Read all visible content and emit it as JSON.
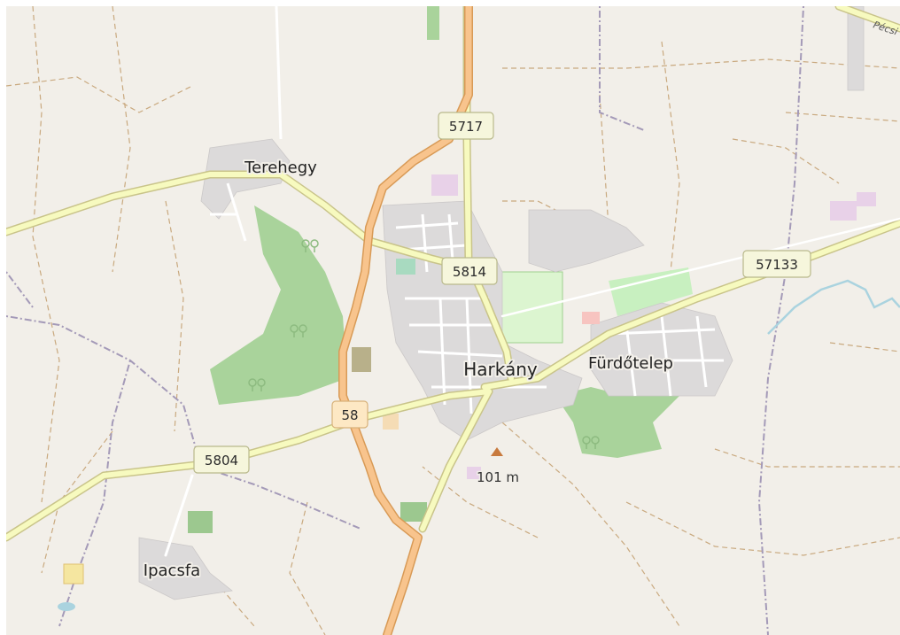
{
  "map": {
    "places": {
      "terehegy": "Terehegy",
      "harkany": "Harkány",
      "furdotelep": "Fürdőtelep",
      "ipacsfa": "Ipacsfa"
    },
    "road_labels": {
      "r5717": "5717",
      "r5814": "5814",
      "r57133": "57133",
      "r58": "58",
      "r5804": "5804"
    },
    "peak": {
      "elevation": "101 m"
    },
    "edge_label": "Pécsi"
  }
}
